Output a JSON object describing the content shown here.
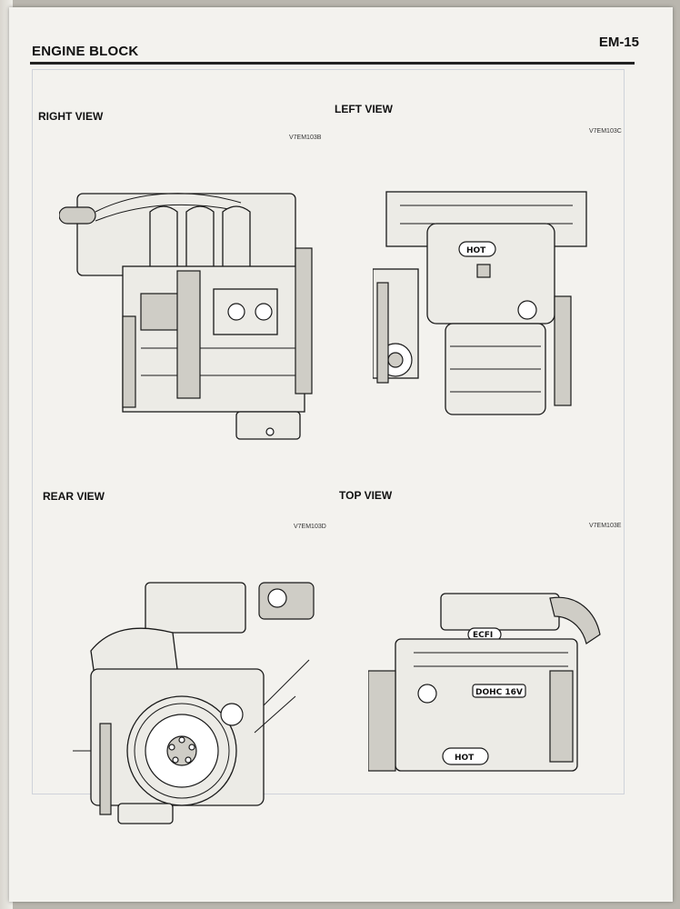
{
  "header": {
    "section_title": "ENGINE BLOCK",
    "page_number": "EM-15"
  },
  "views": {
    "right": {
      "label": "RIGHT VIEW",
      "code": "V7EM103B"
    },
    "left": {
      "label": "LEFT VIEW",
      "code": "V7EM103C"
    },
    "rear": {
      "label": "REAR VIEW",
      "code": "V7EM103D"
    },
    "top": {
      "label": "TOP VIEW",
      "code": "V7EM103E"
    }
  },
  "engine_cover": {
    "badge_hot": "HOT",
    "badge_dohc": "DOHC 16V",
    "badge_ecfi": "ECFI"
  }
}
